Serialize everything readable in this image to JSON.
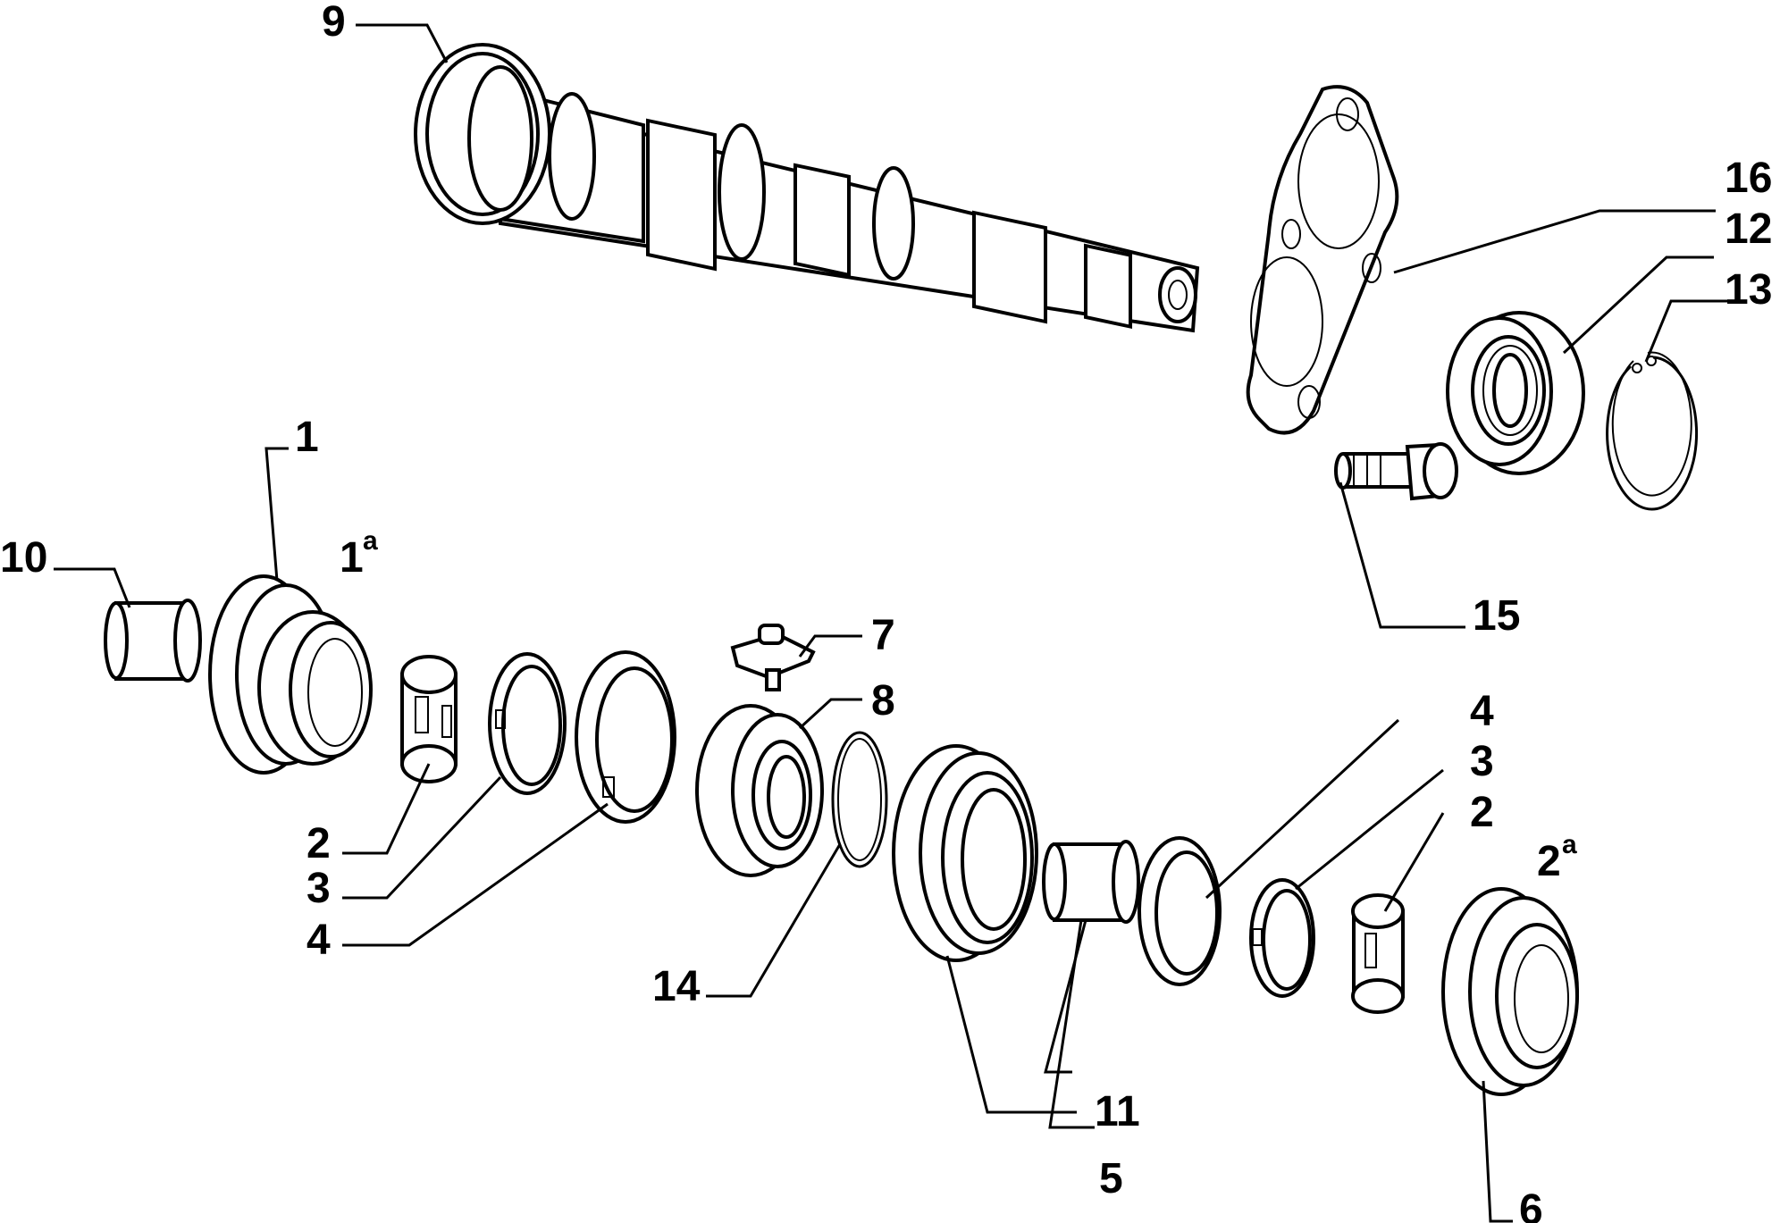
{
  "callouts": {
    "c1": "1",
    "c2a": "2",
    "c2b": "2",
    "c3a": "3",
    "c3b": "3",
    "c4a": "4",
    "c4b": "4",
    "c5": "5",
    "c6": "6",
    "c7": "7",
    "c8": "8",
    "c9": "9",
    "c10": "10",
    "c11": "11",
    "c12": "12",
    "c13": "13",
    "c14": "14",
    "c15": "15",
    "c16": "16"
  },
  "gear_labels": {
    "first": {
      "number": "1",
      "sup": "a"
    },
    "second": {
      "number": "2",
      "sup": "a"
    }
  }
}
